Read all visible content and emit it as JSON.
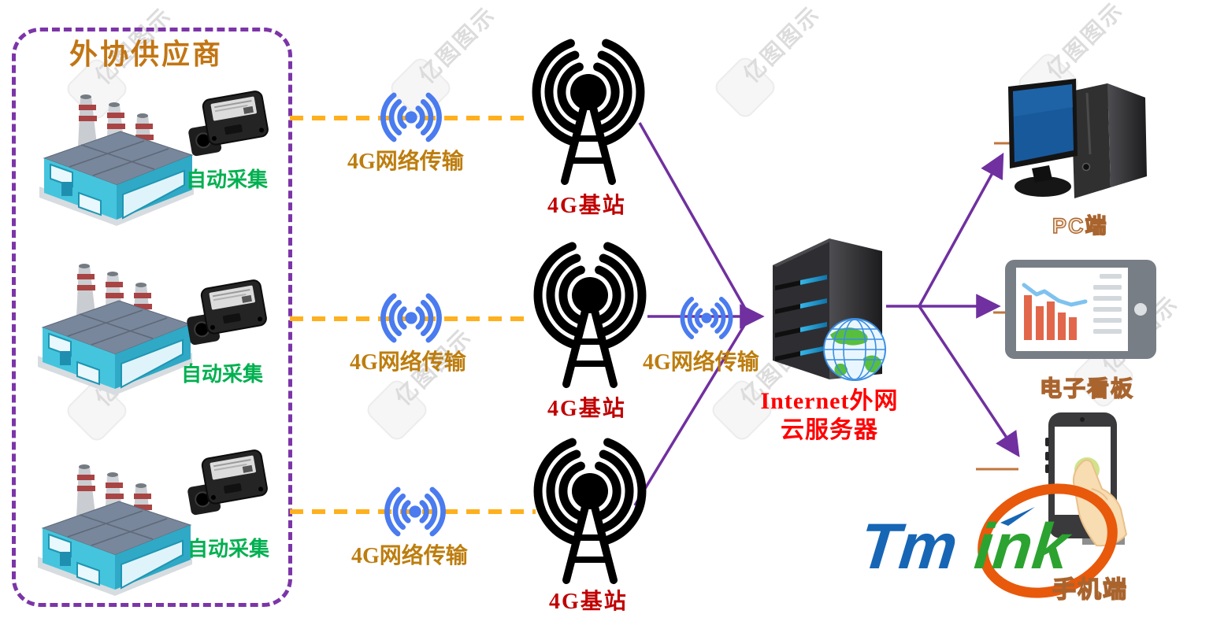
{
  "watermark_text": "亿图图示",
  "supplier_box": {
    "title": "外协供应商"
  },
  "factory_rows": [
    {
      "collect_label": "自动采集"
    },
    {
      "collect_label": "自动采集"
    },
    {
      "collect_label": "自动采集"
    }
  ],
  "transmission_labels": [
    "4G网络传输",
    "4G网络传输",
    "4G网络传输",
    "4G网络传输"
  ],
  "base_station_labels": [
    "4G基站",
    "4G基站",
    "4G基站"
  ],
  "server": {
    "line1": "Internet外网",
    "line2": "云服务器"
  },
  "endpoints": {
    "pc": "PC端",
    "board": "电子看板",
    "phone": "手机端"
  },
  "logo": {
    "tm": "Tm",
    "ink": "ink"
  },
  "icons": [
    "factory-icon",
    "data-collector-icon",
    "wifi-signal-icon",
    "antenna-tower-icon",
    "cloud-server-icon",
    "globe-icon",
    "pc-icon",
    "dashboard-tablet-icon",
    "smartphone-touch-icon"
  ],
  "colors": {
    "border_purple": "#7C35A8",
    "arrow_purple": "#7030A0",
    "dash_orange": "#FFB01E",
    "wifi_blue": "#4A7BEF",
    "label_gold": "#BD7D0E",
    "station_red": "#C00000",
    "server_red": "#FF0000",
    "collect_green": "#00B050",
    "endpoint_brown": "#A9642E",
    "logo_blue": "#1766B5",
    "logo_green": "#2CA330",
    "logo_orange": "#E8590C"
  }
}
